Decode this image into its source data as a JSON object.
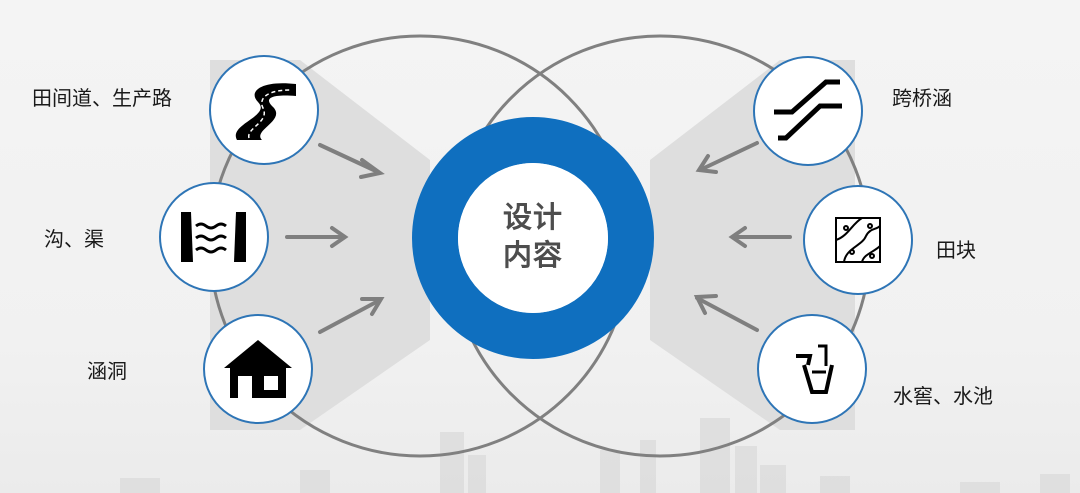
{
  "center": {
    "line1": "设计",
    "line2": "内容"
  },
  "items": {
    "road": {
      "label": "田间道、生产路",
      "icon": "winding-road-icon"
    },
    "ditch": {
      "label": "沟、渠",
      "icon": "water-channel-icon"
    },
    "culvert_house": {
      "label": "涵洞",
      "icon": "house-icon"
    },
    "bridge": {
      "label": "跨桥涵",
      "icon": "bridge-icon"
    },
    "field": {
      "label": "田块",
      "icon": "field-plot-icon"
    },
    "cellar": {
      "label": "水窖、水池",
      "icon": "water-tank-icon"
    }
  },
  "colors": {
    "ring": "#0f6fbf",
    "outline": "#7f7f7f",
    "arrow": "#7f7f7f",
    "icon_border": "#2e75b6",
    "funnel": "#d9d9d9"
  }
}
